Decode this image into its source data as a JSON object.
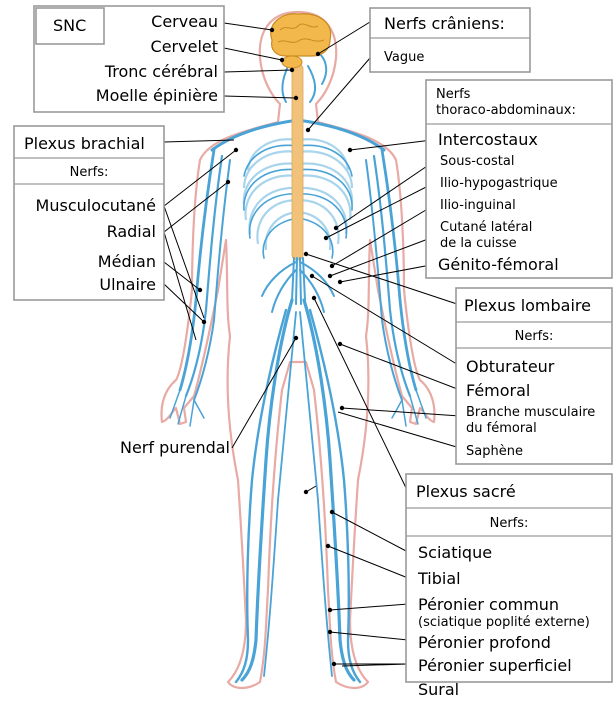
{
  "cns": {
    "title": "SNC",
    "items": [
      "Cerveau",
      "Cervelet",
      "Tronc cérébral",
      "Moelle épinière"
    ]
  },
  "cranial": {
    "title": "Nerfs crâniens:",
    "items": [
      "Vague"
    ]
  },
  "brachial": {
    "title": "Plexus brachial",
    "subtitle": "Nerfs:",
    "items": [
      "Musculocutané",
      "Radial",
      "Médian",
      "Ulnaire"
    ]
  },
  "thoraco": {
    "title_line1": "Nerfs",
    "title_line2": "thoraco-abdominaux:",
    "items": [
      "Intercostaux",
      "Sous-costal",
      "Ilio-hypogastrique",
      "Ilio-inguinal"
    ],
    "cutane_line1": "Cutané latéral",
    "cutane_line2": "de la cuisse",
    "genito": "Génito-fémoral"
  },
  "lumbar": {
    "title": "Plexus lombaire",
    "subtitle": "Nerfs:",
    "obturateur": "Obturateur",
    "femoral": "Fémoral",
    "branche_line1": "Branche musculaire",
    "branche_line2": "du fémoral",
    "saphene": "Saphène"
  },
  "pudendal": "Nerf purendal",
  "sacral": {
    "title": "Plexus sacré",
    "subtitle": "Nerfs:",
    "sciatique": "Sciatique",
    "tibial": "Tibial",
    "peronier_commun": "Péronier commun",
    "peronier_commun_note": "(sciatique poplité externe)",
    "peronier_profond": "Péronier profond",
    "peronier_superficiel": "Péronier superficiel",
    "sural": "Sural"
  },
  "colors": {
    "nerve": "#4aa3d6",
    "skin_outline": "#e8aaa4",
    "spinal_cord": "#f2c27a",
    "brain": "#f2b84b",
    "box_border": "#9a9a9a"
  }
}
